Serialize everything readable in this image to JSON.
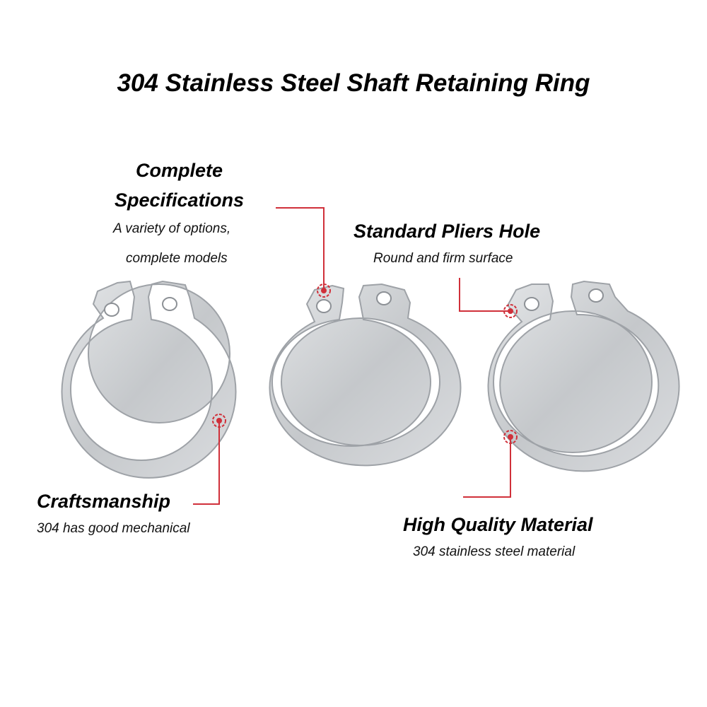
{
  "title": "304 Stainless Steel Shaft Retaining Ring",
  "callouts": {
    "specs": {
      "heading_line1": "Complete",
      "heading_line2": "Specifications",
      "desc_line1": "A variety of options,",
      "desc_line2": "complete models"
    },
    "pliers": {
      "heading": "Standard Pliers Hole",
      "desc": "Round and firm surface"
    },
    "craft": {
      "heading": "Craftsmanship",
      "desc": "304 has good mechanical"
    },
    "material": {
      "heading": "High Quality Material",
      "desc": "304 stainless steel material"
    }
  },
  "colors": {
    "leader": "#d0303a",
    "ring": "#cfd1d4",
    "ring_edge": "#9ea2a7",
    "text": "#000000"
  }
}
